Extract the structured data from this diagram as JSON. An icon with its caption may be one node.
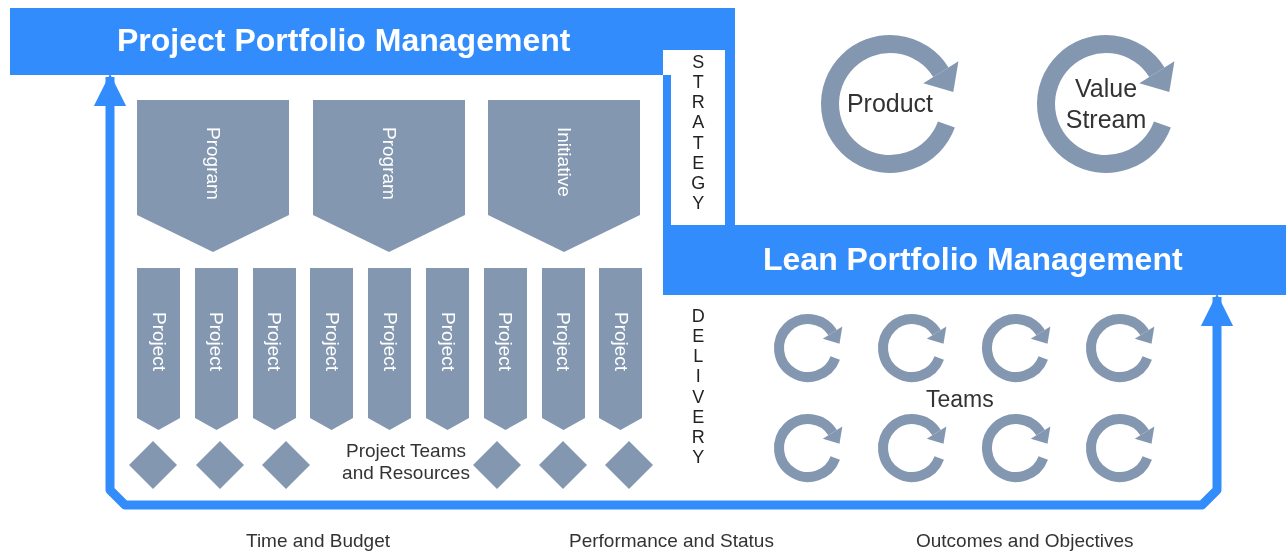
{
  "diagram": {
    "nodes": [
      {
        "text": [
          "Project Portfolio Management"
        ]
      },
      {
        "text": [
          "Lean Portfolio Management"
        ]
      },
      {
        "text": [
          "Program"
        ]
      },
      {
        "text": [
          "Program"
        ]
      },
      {
        "text": [
          "Initiative"
        ]
      },
      {
        "text": [
          "Project"
        ]
      },
      {
        "text": [
          "Project"
        ]
      },
      {
        "text": [
          "Project"
        ]
      },
      {
        "text": [
          "Project"
        ]
      },
      {
        "text": [
          "Project"
        ]
      },
      {
        "text": [
          "Project"
        ]
      },
      {
        "text": [
          "Project"
        ]
      },
      {
        "text": [
          "Project"
        ]
      },
      {
        "text": [
          "Project"
        ]
      },
      {
        "text": [],
        "shape": "diamond"
      },
      {
        "text": [],
        "shape": "diamond"
      },
      {
        "text": [],
        "shape": "diamond"
      },
      {
        "text": [],
        "shape": "diamond"
      },
      {
        "text": [],
        "shape": "diamond"
      },
      {
        "text": [],
        "shape": "diamond"
      },
      {
        "text": [
          "Product"
        ]
      },
      {
        "text": [
          "Value Stream"
        ]
      },
      {
        "text": [],
        "shape": "circle"
      },
      {
        "text": [],
        "shape": "circle"
      },
      {
        "text": [],
        "shape": "circle"
      },
      {
        "text": [],
        "shape": "circle"
      },
      {
        "text": [],
        "shape": "circle"
      },
      {
        "text": [],
        "shape": "circle"
      },
      {
        "text": [],
        "shape": "circle"
      },
      {
        "text": [],
        "shape": "circle"
      }
    ],
    "edges": [
      {
        "from": null,
        "to": 0,
        "arrow": "to"
      },
      {
        "from": null,
        "to": 1,
        "arrow": "to"
      }
    ],
    "labels": [
      "STRATEGY",
      "DELIVERY",
      "Project Teams and Resources",
      "Teams",
      "Time and Budget",
      "Performance and Status",
      "Outcomes and Objectives"
    ]
  }
}
